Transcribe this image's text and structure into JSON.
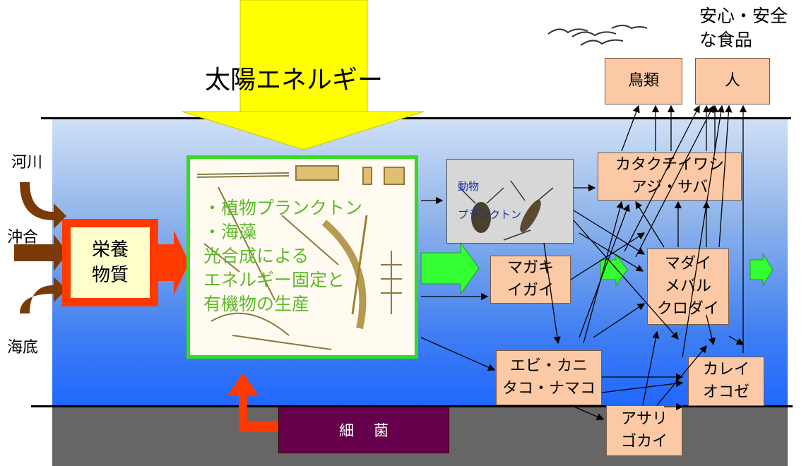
{
  "sun": {
    "label": "太陽エネルギー"
  },
  "sources": {
    "river": "河川",
    "offshore": "沖合",
    "seabed": "海底"
  },
  "nutrients": {
    "line1": "栄養",
    "line2": "物質"
  },
  "phytoplankton": {
    "line1": "・植物プランクトン",
    "line2": "・海藻",
    "line3": "光合成による",
    "line4": "エネルギー固定と",
    "line5": "有機物の生産"
  },
  "zooplankton": {
    "line1": "動物",
    "line2": "プランクトン"
  },
  "shellfish": {
    "line1": "マガキ",
    "line2": "イガイ"
  },
  "pelagic_fish": {
    "line1": "カタクチイワシ",
    "line2": "アジ・サバ"
  },
  "demersal_fish": {
    "line1": "マダイ",
    "line2": "メバル",
    "line3": "クロダイ"
  },
  "crustaceans": {
    "line1": "エビ・カニ",
    "line2": "タコ・ナマコ"
  },
  "flatfish": {
    "line1": "カレイ",
    "line2": "オコゼ"
  },
  "benthos": {
    "line1": "アサリ",
    "line2": "ゴカイ"
  },
  "bacteria": {
    "label": "細菌"
  },
  "birds": {
    "label": "鳥類"
  },
  "human": {
    "label": "人"
  },
  "safe_food": {
    "line1": "安心・安全",
    "line2": "な食品"
  },
  "colors": {
    "sun_arrow": "#ffff00",
    "nutrient_border": "#ff3a00",
    "phyto_border": "#33dd22",
    "box_fill": "#fbc9a6",
    "bacteria_fill": "#66004c",
    "energy_arrow": "#33ff33",
    "source_arrow": "#7a3a05"
  }
}
